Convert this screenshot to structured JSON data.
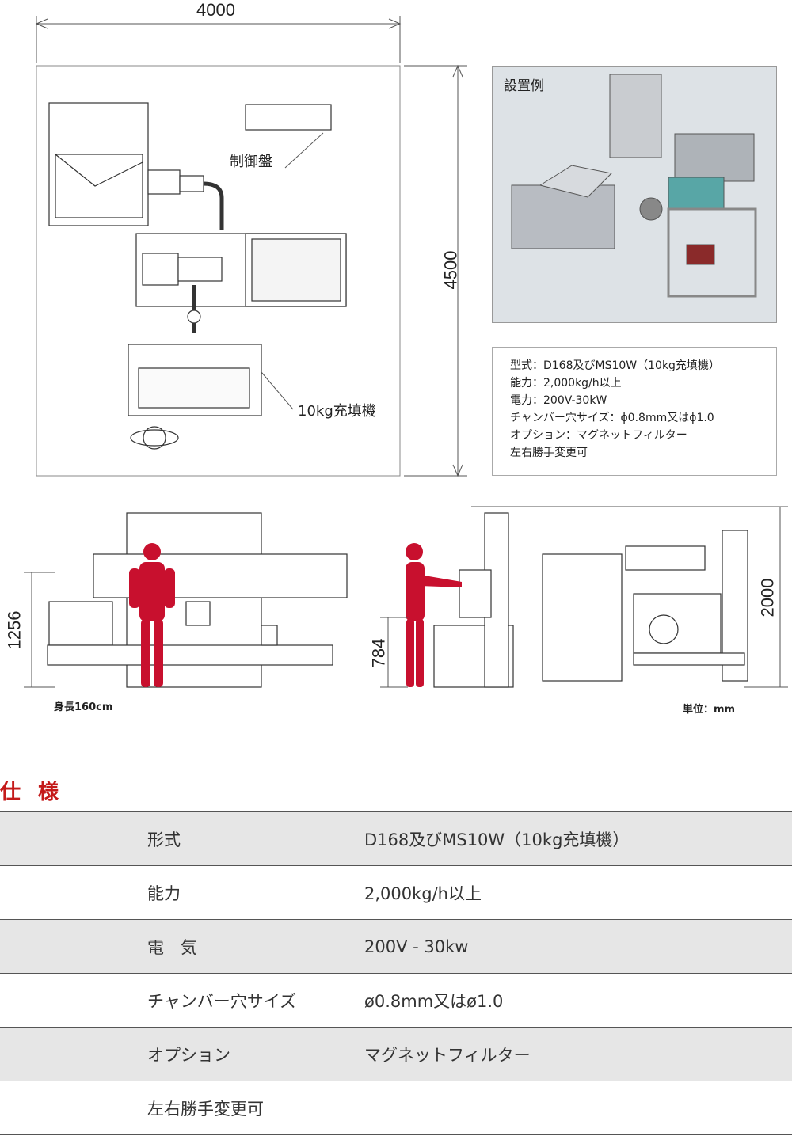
{
  "dimensions": {
    "width": "4000",
    "depth": "4500",
    "front_height": "1256",
    "work_height": "784",
    "total_height": "2000"
  },
  "labels": {
    "control_panel": "制御盤",
    "filler": "10kg充填機",
    "person_height": "身長160cm",
    "unit": "単位：mm"
  },
  "install_example": {
    "title": "設置例"
  },
  "spec_box": {
    "lines": [
      "型式：D168及びMS10W（10kg充填機）",
      "能力：2,000kg/h以上",
      "電力：200V-30kW",
      "チャンバー穴サイズ：ϕ0.8mm又はϕ1.0",
      "オプション：マグネットフィルター",
      "左右勝手変更可"
    ]
  },
  "specs": {
    "title": "仕様",
    "rows": [
      {
        "label": "形式",
        "value": "D168及びMS10W（10kg充填機）"
      },
      {
        "label": "能力",
        "value": "2,000kg/h以上"
      },
      {
        "label": "電　気",
        "value": "200V - 30kw"
      },
      {
        "label": "チャンバー穴サイズ",
        "value": "ø0.8mm又はø1.0"
      },
      {
        "label": "オプション",
        "value": "マグネットフィルター"
      },
      {
        "label": "左右勝手変更可",
        "value": ""
      }
    ]
  },
  "colors": {
    "accent": "#c41a1a",
    "figure_red": "#c8102e",
    "row_shade": "#e6e6e6"
  }
}
